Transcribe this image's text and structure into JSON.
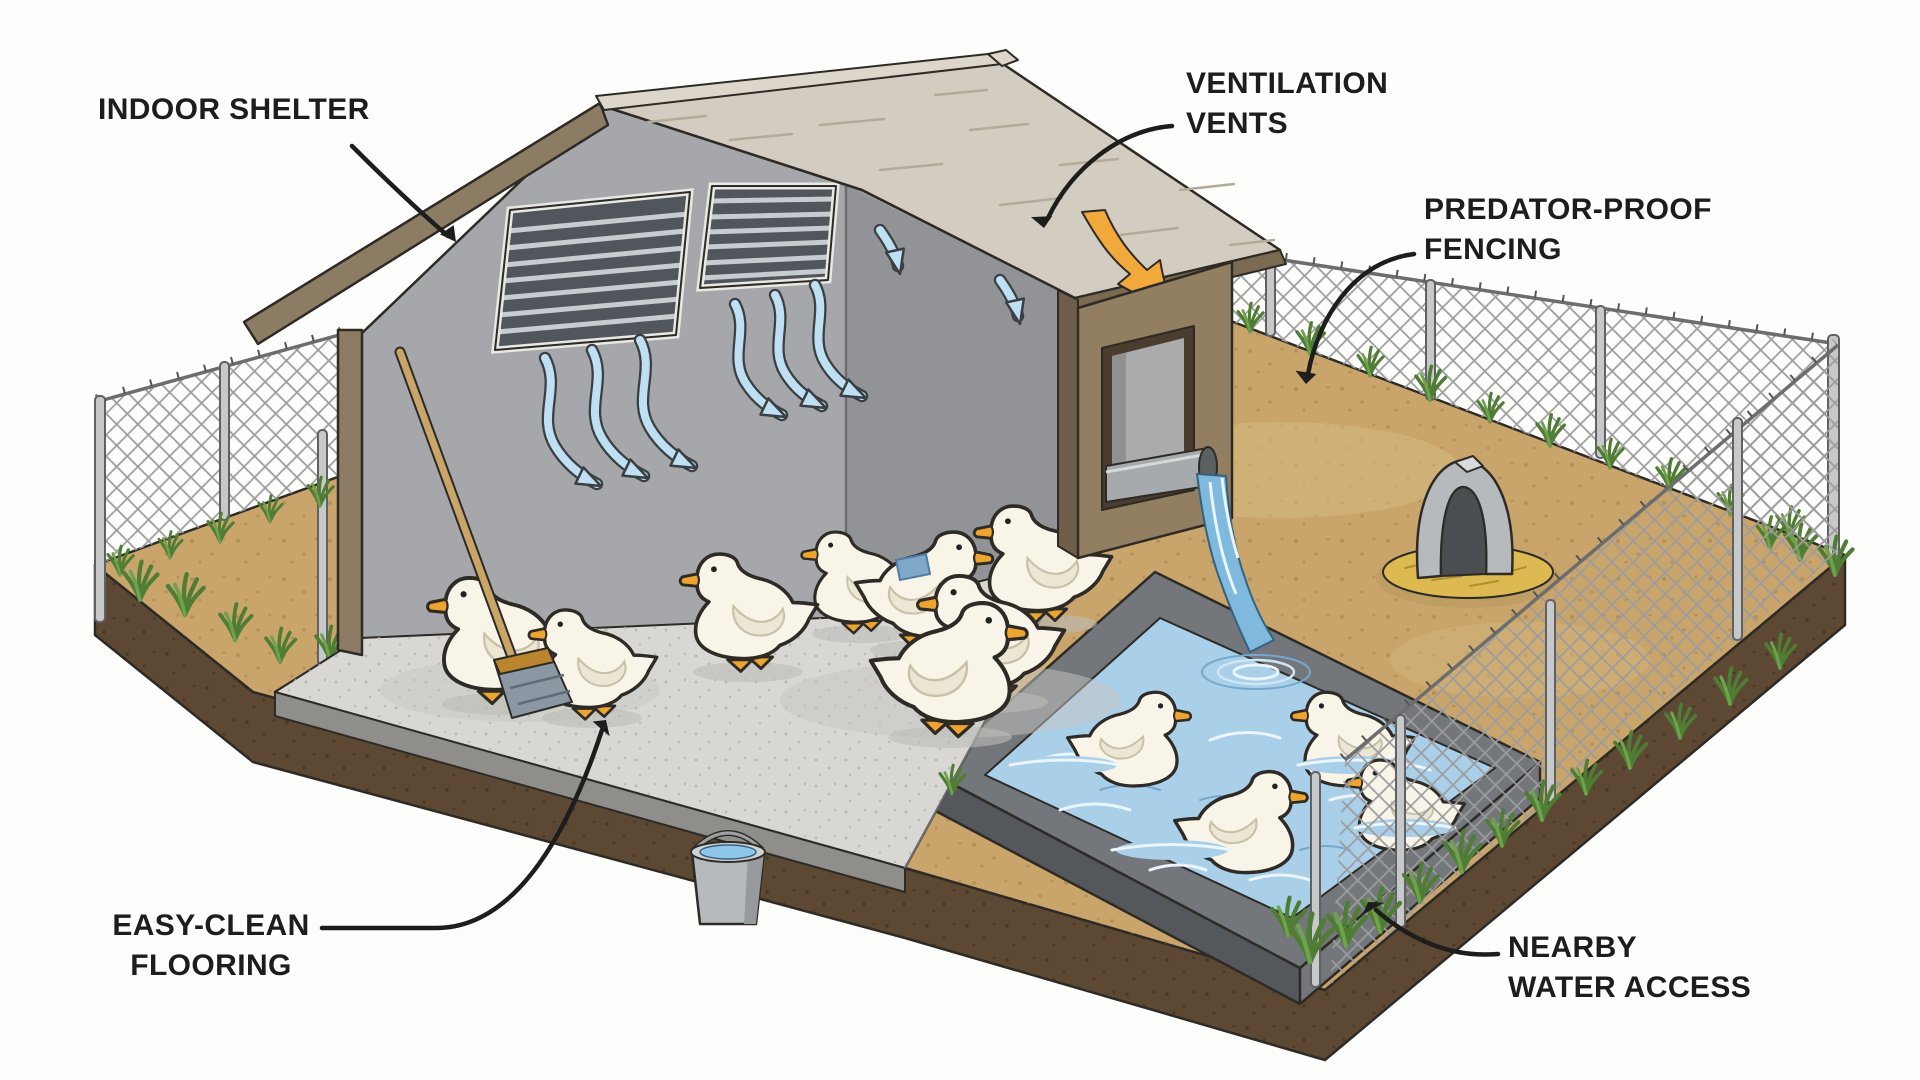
{
  "labels": {
    "indoor_shelter": "INDOOR SHELTER",
    "ventilation_vents": "VENTILATION\nVENTS",
    "predator_proof_fencing": "PREDATOR-PROOF\nFENCING",
    "easy_clean_flooring": "EASY-CLEAN\nFLOORING",
    "nearby_water_access": "NEARBY\nWATER ACCESS"
  },
  "scene": {
    "description": "Isometric cartoon diagram of a backyard duck setup: cutaway indoor shelter with two slatted ventilation vents and blue airflow arrows, white ducks standing on easy-clean concrete flooring beside a broom, a chute pouring water from the coop into an outdoor pond with swimming ducks, a small dome hide on a straw patch, a water bucket, and predator-proof chain-link fencing around the dirt yard",
    "ducks_indoor": 8,
    "ducks_pond": 4,
    "ventilation_vent_count": 2
  },
  "palette": {
    "ink": "#1d1d1b",
    "paper": "#fdfdfb",
    "roof": "#d3ccc0",
    "roofcap": "#ddd7cb",
    "frame": "#8d7c64",
    "framedark": "#7a6a52",
    "wall": "#a6a7aa",
    "walldark": "#929396",
    "floor": "#d8d7d4",
    "ground": "#c9a56c",
    "soil": "#5d4933",
    "grass1": "#6fa24c",
    "grass2": "#4e7d33",
    "water": "#a9cfe9",
    "waterdeep": "#7fb9de",
    "rim": "#73777c",
    "rimdark": "#54585c",
    "duck": "#f8f4e8",
    "bill": "#eda52f",
    "mesh": "#9c9c9c",
    "straw": "#ddb952",
    "gable": "#927e60",
    "gabledark": "#6e5d49",
    "slab": "#8f8e8a",
    "bucket": "#b7babc",
    "orange": "#f2a93b",
    "outline": "#2e2a25"
  }
}
